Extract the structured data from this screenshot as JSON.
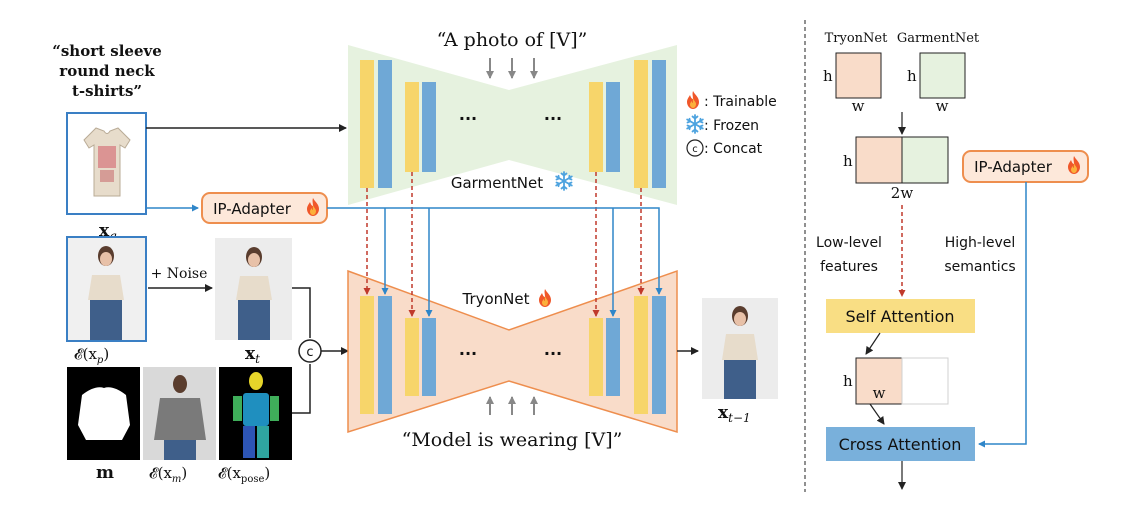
{
  "left": {
    "garment_prompt": [
      "“short sleeve",
      "round neck",
      "t-shirts”"
    ],
    "label_xg": "x",
    "label_xg_sub": "g",
    "label_ep": "𝓔(x",
    "label_ep_sub": "p",
    "label_ep_close": ")",
    "label_xt": "x",
    "label_xt_sub": "t",
    "label_m": "m",
    "label_em": "𝓔(x",
    "label_em_sub": "m",
    "label_em_close": ")",
    "label_epose": "𝓔(x",
    "label_epose_sub": "pose",
    "label_epose_close": ")",
    "noise_label": "+ Noise",
    "concat_symbol": "c",
    "ip_adapter": "IP-Adapter"
  },
  "garmentnet": {
    "prompt": "“A photo of [V]”",
    "name": "GarmentNet",
    "dots": "···"
  },
  "tryonnet": {
    "name": "TryonNet",
    "prompt": "“Model is wearing [V]”",
    "dots": "···"
  },
  "output": {
    "label": "x",
    "label_sub": "t−1"
  },
  "legend": {
    "trainable": ": Trainable",
    "frozen": ": Frozen",
    "concat": ": Concat",
    "concat_symbol": "c"
  },
  "right": {
    "tryonnet_label": "TryonNet",
    "garmentnet_label": "GarmentNet",
    "h": "h",
    "w": "w",
    "two_w": "2w",
    "low_level": [
      "Low-level",
      "features"
    ],
    "high_level": [
      "High-level",
      "semantics"
    ],
    "ip_adapter": "IP-Adapter",
    "self_attention": "Self Attention",
    "cross_attention": "Cross Attention"
  },
  "colors": {
    "yellow": "#f7d56a",
    "blue": "#6fa8d6",
    "peach": "#f9dcc9",
    "peach_stroke": "#ee8e4e",
    "mint": "#e6f2df",
    "arrow_red": "#c0392b",
    "arrow_blue": "#2f86c9",
    "self_attn": "#f9de84",
    "cross_attn": "#79b0db"
  }
}
